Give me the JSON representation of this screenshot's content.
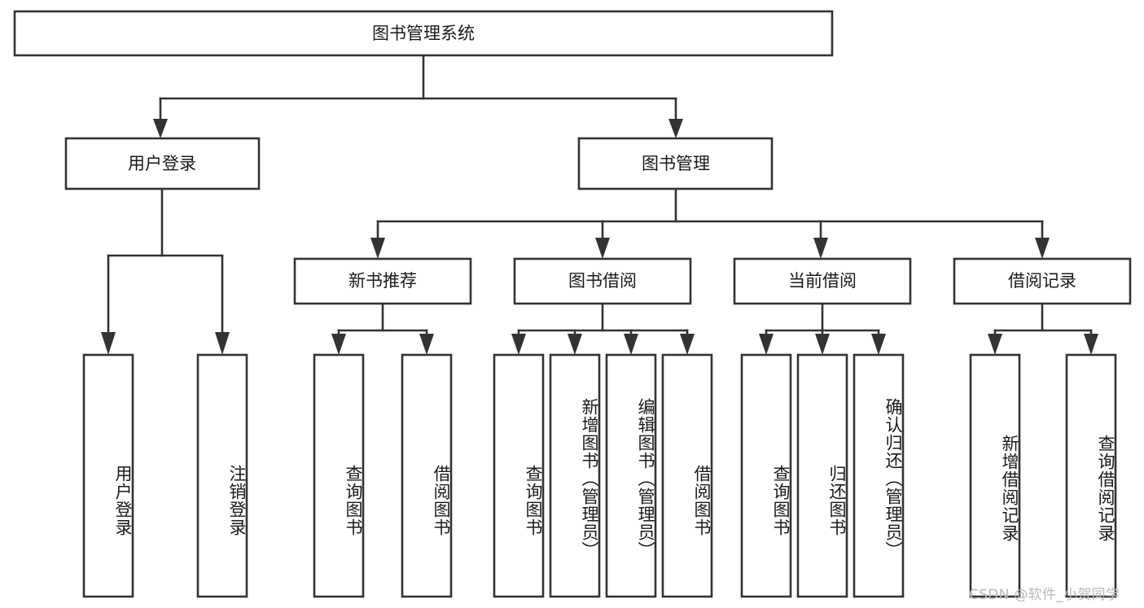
{
  "diagram": {
    "type": "tree",
    "title": "图书管理系统",
    "orientation": "top-down",
    "levels": 4,
    "colors": {
      "box_fill": "#ffffff",
      "box_stroke": "#333333",
      "text": "#1a1a1a",
      "watermark": "#b9b9b9",
      "background": "#ffffff"
    },
    "root": {
      "label": "图书管理系统"
    },
    "level2": [
      {
        "label": "用户登录"
      },
      {
        "label": "图书管理"
      }
    ],
    "level3": [
      {
        "label": "新书推荐"
      },
      {
        "label": "图书借阅"
      },
      {
        "label": "当前借阅"
      },
      {
        "label": "借阅记录"
      }
    ],
    "leaves_user_login": [
      {
        "label": "用户登录",
        "orientation": "vertical"
      },
      {
        "label": "注销登录",
        "orientation": "vertical"
      }
    ],
    "leaves_new_book": [
      {
        "label": "查询图书",
        "orientation": "vertical"
      },
      {
        "label": "借阅图书",
        "orientation": "vertical"
      }
    ],
    "leaves_borrow": [
      {
        "label": "查询图书",
        "orientation": "vertical"
      },
      {
        "label": "新增图书（管理员）",
        "orientation": "vertical"
      },
      {
        "label": "编辑图书（管理员）",
        "orientation": "vertical"
      },
      {
        "label": "借阅图书",
        "orientation": "vertical"
      }
    ],
    "leaves_current": [
      {
        "label": "查询图书",
        "orientation": "vertical"
      },
      {
        "label": "归还图书",
        "orientation": "vertical"
      },
      {
        "label": "确认归还（管理员）",
        "orientation": "vertical"
      }
    ],
    "leaves_records": [
      {
        "label": "新增借阅记录",
        "orientation": "vertical"
      },
      {
        "label": "查询借阅记录",
        "orientation": "vertical"
      }
    ]
  },
  "watermark": {
    "text": "CSDN @软件_小贺同学"
  }
}
